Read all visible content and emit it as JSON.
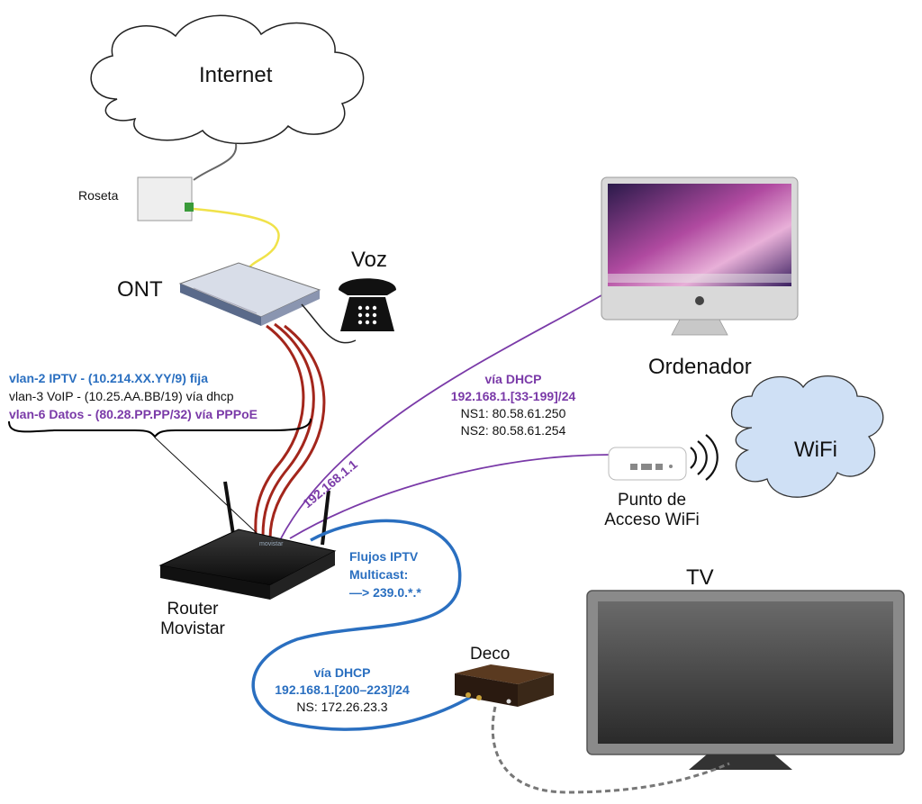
{
  "labels": {
    "internet": "Internet",
    "roseta": "Roseta",
    "ont": "ONT",
    "voz": "Voz",
    "ordenador": "Ordenador",
    "wifi": "WiFi",
    "punto_acceso": [
      "Punto de",
      "Acceso WiFi"
    ],
    "router": [
      "Router",
      "Movistar"
    ],
    "tv": "TV",
    "deco": "Deco",
    "router_ip": "192.168.1.1"
  },
  "vlans": [
    "vlan-2 IPTV - (10.214.XX.YY/9) fija",
    "vlan-3 VoIP - (10.25.AA.BB/19) vía dhcp",
    "vlan-6 Datos - (80.28.PP.PP/32) vía PPPoE"
  ],
  "lan_dhcp": {
    "title": "vía DHCP",
    "range": "192.168.1.[33-199]/24",
    "ns1": "NS1: 80.58.61.250",
    "ns2": "NS2: 80.58.61.254"
  },
  "iptv_flows": [
    "Flujos IPTV",
    "Multicast:",
    "—> 239.0.*.*"
  ],
  "deco_dhcp": {
    "title": "vía DHCP",
    "range": "192.168.1.[200–223]/24",
    "ns": "NS: 172.26.23.3"
  },
  "colors": {
    "purple": "#7a3aa8",
    "blue": "#2a6fc0",
    "red_cable": "#a3261c",
    "yellow_fiber": "#f0e24a",
    "wifi_cloud": "#cfe0f5"
  }
}
